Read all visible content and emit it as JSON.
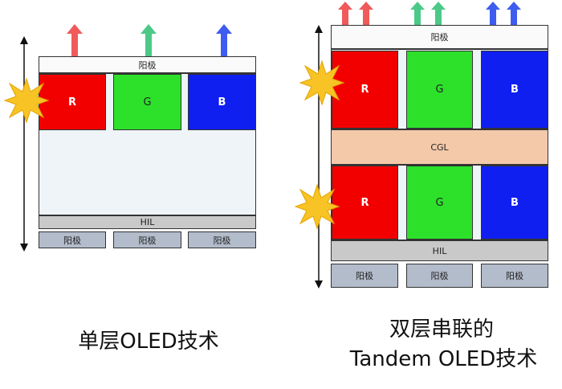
{
  "left_diagram": {
    "cathode_label": "阳极",
    "subpixels": [
      "R",
      "G",
      "B"
    ],
    "hil_label": "HIL",
    "anode_labels": [
      "阳极",
      "阳极",
      "阳极"
    ],
    "caption": "单层OLED技术",
    "arrow_colors": [
      "#f05a5a",
      "#4cc987",
      "#3f5cf0"
    ]
  },
  "right_diagram": {
    "cathode_label": "阳极",
    "top_subpixels": [
      "R",
      "G",
      "B"
    ],
    "cgl_label": "CGL",
    "bottom_subpixels": [
      "R",
      "G",
      "B"
    ],
    "hil_label": "HIL",
    "anode_labels": [
      "阳极",
      "阳极",
      "阳极"
    ],
    "caption_line1": "双层串联的",
    "caption_line2": "Tandem OLED技术",
    "arrow_colors": [
      "#f05a5a",
      "#4cc987",
      "#3f5cf0"
    ]
  },
  "colors": {
    "red": "#f20000",
    "green": "#2de12b",
    "blue": "#0f1ff0",
    "cgl": "#f3c9aa",
    "hil": "#c9c9c9",
    "anode": "#b3bccb",
    "spark": "#f7c325"
  }
}
